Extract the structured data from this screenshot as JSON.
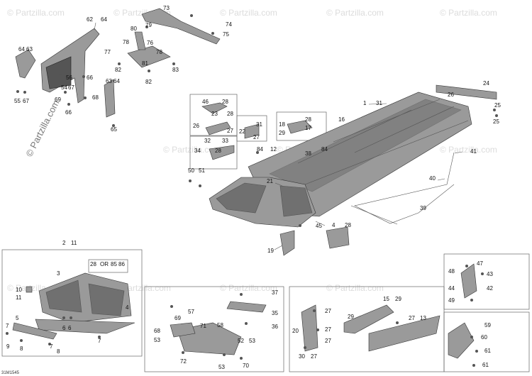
{
  "watermark": {
    "brand": "© Partzilla.com",
    "vertical": "© Partzilla.com"
  },
  "figure_code": "31M1545",
  "labels": {
    "top_left": [
      "62",
      "64",
      "64",
      "63",
      "56",
      "54",
      "67",
      "66",
      "69",
      "68",
      "63",
      "64",
      "55",
      "67",
      "66",
      "65"
    ],
    "top_mid": [
      "73",
      "74",
      "75",
      "80",
      "79",
      "78",
      "76",
      "77",
      "78",
      "82",
      "81",
      "83",
      "82"
    ],
    "center": [
      "46",
      "28",
      "23",
      "28",
      "26",
      "27",
      "32",
      "33",
      "34",
      "28",
      "22",
      "31",
      "27",
      "18",
      "28",
      "17",
      "29",
      "84",
      "38",
      "84",
      "12",
      "16",
      "1",
      "31",
      "24",
      "26",
      "25",
      "25",
      "41",
      "40",
      "39",
      "50",
      "51",
      "21",
      "45",
      "4",
      "28",
      "19"
    ],
    "box_left": [
      "2",
      "11",
      "28",
      "OR",
      "85",
      "86",
      "3",
      "10",
      "11",
      "4",
      "5",
      "7",
      "9",
      "8",
      "6",
      "7",
      "8",
      "6",
      "7"
    ],
    "box_mid": [
      "37",
      "35",
      "36",
      "69",
      "57",
      "71",
      "58",
      "68",
      "53",
      "52",
      "53",
      "72",
      "53",
      "70"
    ],
    "box_right_lower": [
      "27",
      "15",
      "29",
      "20",
      "27",
      "29",
      "27",
      "13",
      "27",
      "30",
      "27"
    ],
    "box_right_upper": [
      "47",
      "48",
      "43",
      "44",
      "42",
      "49"
    ],
    "box_right_bottom": [
      "59",
      "60",
      "61",
      "61"
    ]
  }
}
